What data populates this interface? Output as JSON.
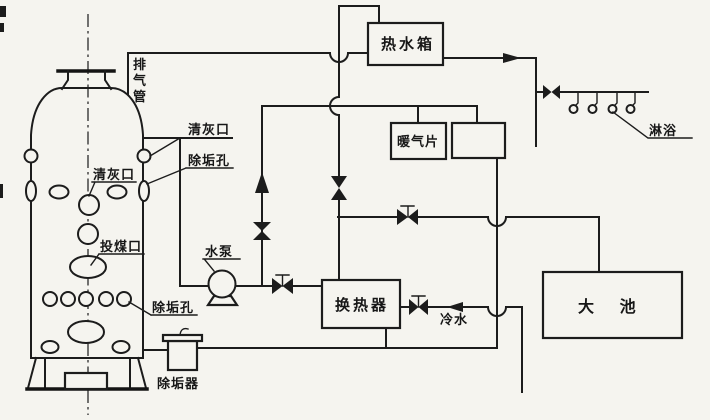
{
  "diagram": {
    "equipment": {
      "hot_water_tank": "热水箱",
      "radiator": "暖气片",
      "heat_exchanger": "换热器",
      "big_pool": "大 池",
      "water_pump": "水泵",
      "descaler": "除垢器"
    },
    "boiler_ports": {
      "exhaust_pipe_char_1": "排",
      "exhaust_pipe_char_2": "气",
      "exhaust_pipe_char_3": "管",
      "ash_port_right": "清灰口",
      "scale_hole_right": "除垢孔",
      "ash_port_center": "清灰口",
      "coal_port": "投煤口",
      "scale_hole_lower": "除垢孔"
    },
    "flows": {
      "cold_water": "冷水",
      "shower": "淋浴"
    },
    "colors": {
      "ink": "#1c1c1c",
      "paper": "#f5f4ef"
    }
  }
}
